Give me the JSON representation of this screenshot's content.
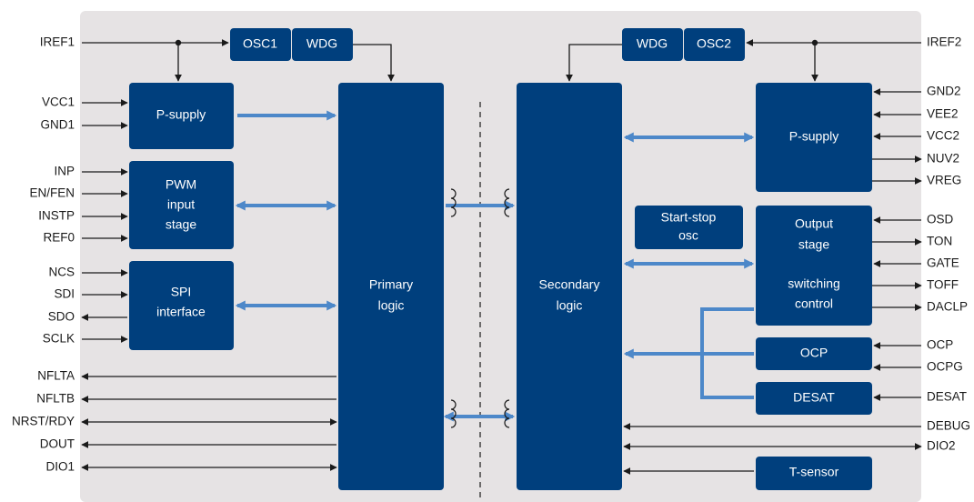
{
  "blocks": {
    "osc1": "OSC1",
    "wdg1": "WDG",
    "wdg2": "WDG",
    "osc2": "OSC2",
    "psupply_primary": "P-supply",
    "pwm_input_stage": [
      "PWM",
      "input",
      "stage"
    ],
    "spi_interface": [
      "SPI",
      "interface"
    ],
    "primary_logic": [
      "Primary",
      "logic"
    ],
    "secondary_logic": [
      "Secondary",
      "logic"
    ],
    "psupply_secondary": "P-supply",
    "start_stop_osc": [
      "Start-stop",
      "osc"
    ],
    "output_stage": [
      "Output",
      "stage",
      "",
      "switching",
      "control"
    ],
    "ocp": "OCP",
    "desat": "DESAT",
    "t_sensor": "T-sensor"
  },
  "pins_left": {
    "iref1": "IREF1",
    "vcc1": "VCC1",
    "gnd1": "GND1",
    "inp": "INP",
    "en_fen": "EN/FEN",
    "instp": "INSTP",
    "ref0": "REF0",
    "ncs": "NCS",
    "sdi": "SDI",
    "sdo": "SDO",
    "sclk": "SCLK",
    "nflta": "NFLTA",
    "nfltb": "NFLTB",
    "nrst_rdy": "NRST/RDY",
    "dout": "DOUT",
    "dio1": "DIO1"
  },
  "pins_right": {
    "iref2": "IREF2",
    "gnd2": "GND2",
    "vee2": "VEE2",
    "vcc2": "VCC2",
    "nuv2": "NUV2",
    "vreg": "VREG",
    "osd": "OSD",
    "ton": "TON",
    "gate": "GATE",
    "toff": "TOFF",
    "daclp": "DACLP",
    "ocp": "OCP",
    "ocpg": "OCPG",
    "desat": "DESAT",
    "debug": "DEBUG",
    "dio2": "DIO2"
  },
  "colors": {
    "background": "#e6e3e4",
    "block": "#003f7d",
    "bus": "#4d88c9",
    "wire": "#1a1a1a"
  }
}
